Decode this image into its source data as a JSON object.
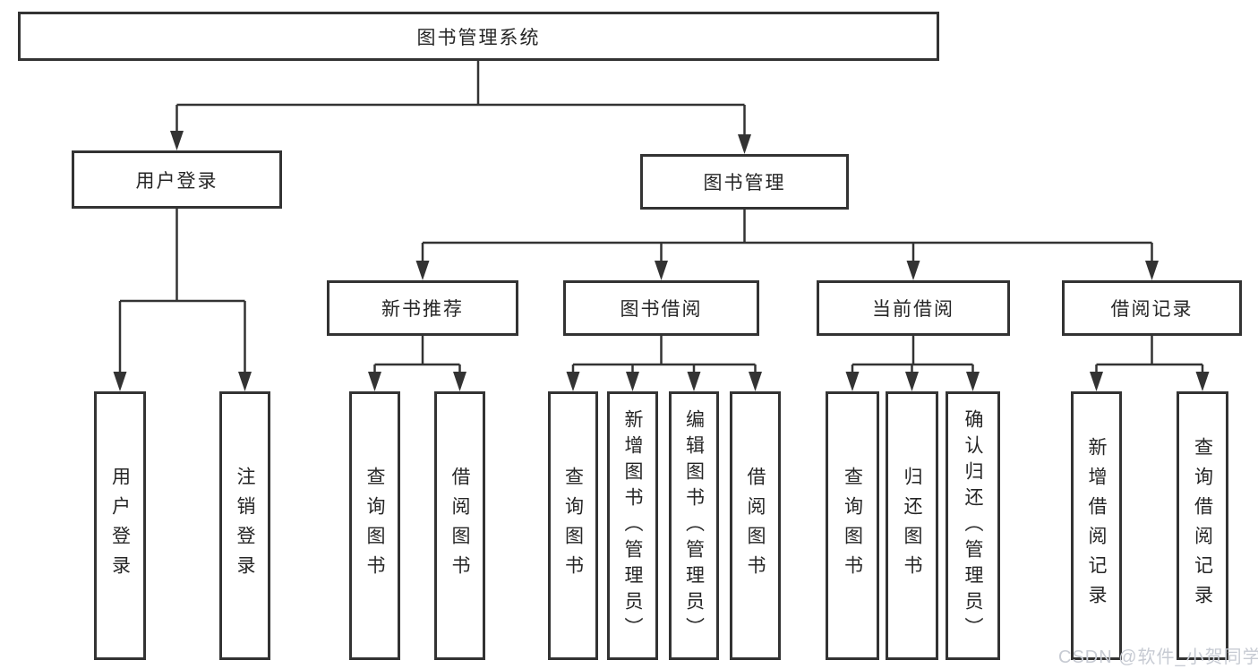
{
  "diagram": {
    "tree": {
      "label": "图书管理系统",
      "children": [
        {
          "label": "用户登录",
          "children": [
            {
              "label": "用户登录"
            },
            {
              "label": "注销登录"
            }
          ]
        },
        {
          "label": "图书管理",
          "children": [
            {
              "label": "新书推荐",
              "children": [
                {
                  "label": "查询图书"
                },
                {
                  "label": "借阅图书"
                }
              ]
            },
            {
              "label": "图书借阅",
              "children": [
                {
                  "label": "查询图书"
                },
                {
                  "label": "新增图书（管理员）"
                },
                {
                  "label": "编辑图书（管理员）"
                },
                {
                  "label": "借阅图书"
                }
              ]
            },
            {
              "label": "当前借阅",
              "children": [
                {
                  "label": "查询图书"
                },
                {
                  "label": "归还图书"
                },
                {
                  "label": "确认归还（管理员）"
                }
              ]
            },
            {
              "label": "借阅记录",
              "children": [
                {
                  "label": "新增借阅记录"
                },
                {
                  "label": "查询借阅记录"
                }
              ]
            }
          ]
        }
      ]
    },
    "colors": {
      "line": "#333333",
      "box_border": "#333333",
      "text": "#262626",
      "watermark": "#c7cbd3",
      "background": "#ffffff"
    },
    "watermark": {
      "text": "CSDN @软件_小贺同学"
    }
  }
}
